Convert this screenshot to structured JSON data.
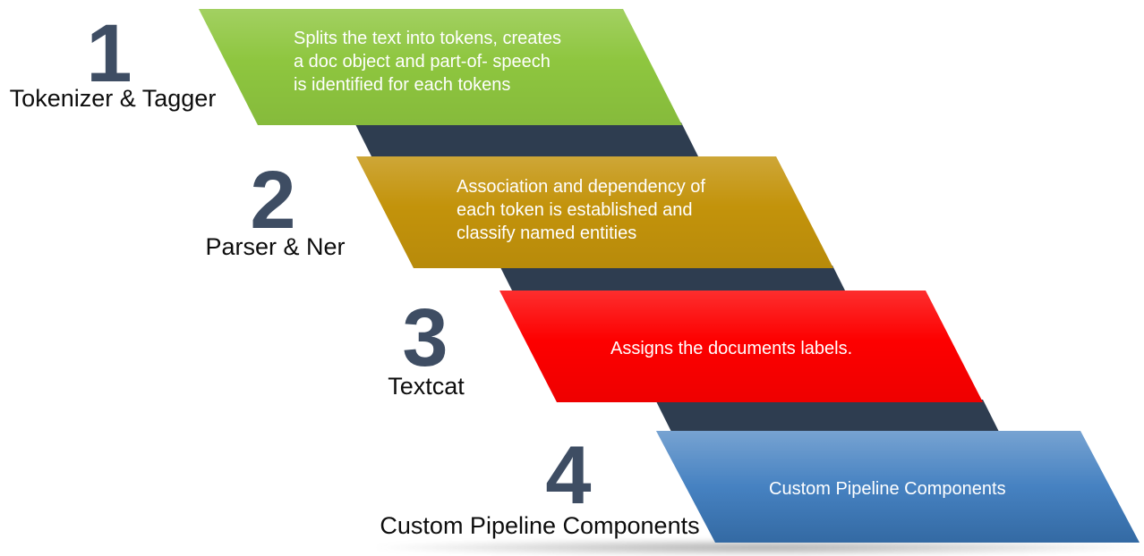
{
  "diagram": {
    "type": "process-pipeline",
    "steps": [
      {
        "number": "1",
        "label": "Tokenizer & Tagger",
        "lines": [
          "Splits the text into tokens, creates",
          "a doc object and part-of- speech",
          "is identified for each tokens"
        ],
        "color": "#8ec63f"
      },
      {
        "number": "2",
        "label": "Parser & Ner",
        "lines": [
          "Association and dependency of",
          "each token is established and",
          "classify named entities"
        ],
        "color": "#c3930b"
      },
      {
        "number": "3",
        "label": "Textcat",
        "lines": [
          "Assigns the documents labels."
        ],
        "color": "#fd0000"
      },
      {
        "number": "4",
        "label": "Custom Pipeline Components",
        "lines": [
          "Custom Pipeline Components"
        ],
        "color": "#3c7bbe"
      }
    ],
    "colors": {
      "shadow": "#2e3d50",
      "number": "#3e4d63",
      "label": "#0d0d0d",
      "description_text": "#ffffff"
    }
  }
}
